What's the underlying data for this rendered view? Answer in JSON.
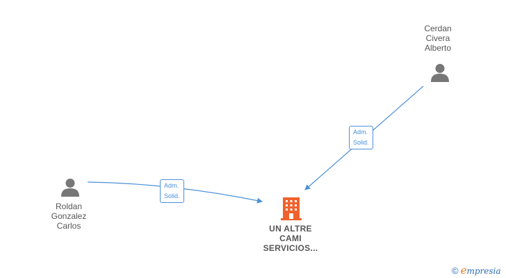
{
  "nodes": {
    "person_cerdan": {
      "label": "Cerdan\nCivera\nAlberto",
      "icon": "person-icon"
    },
    "person_roldan": {
      "label": "Roldan\nGonzalez\nCarlos",
      "icon": "person-icon"
    },
    "company": {
      "label": "UN ALTRE\nCAMI\nSERVICIOS...",
      "icon": "building-icon"
    }
  },
  "edges": [
    {
      "from": "person_cerdan",
      "to": "company",
      "label": "Adm.\nSolid."
    },
    {
      "from": "person_roldan",
      "to": "company",
      "label": "Adm.\nSolid."
    }
  ],
  "colors": {
    "edge": "#4a90d9",
    "person_icon": "#777777",
    "company_icon": "#f0622d",
    "text": "#555555"
  },
  "brand": {
    "copyright": "©",
    "initial": "e",
    "rest": "mpresia"
  }
}
